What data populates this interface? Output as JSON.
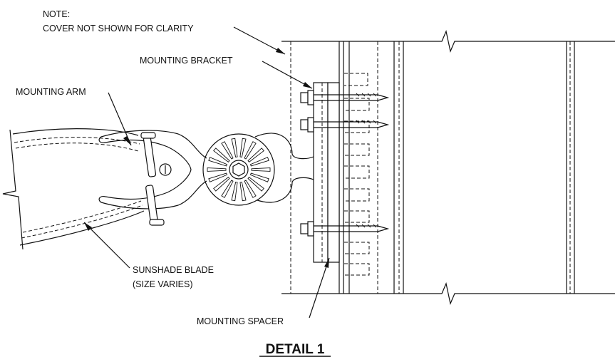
{
  "labels": {
    "note_line1": "NOTE:",
    "note_line2": "COVER NOT SHOWN FOR CLARITY",
    "mounting_bracket": "MOUNTING BRACKET",
    "mounting_arm": "MOUNTING ARM",
    "sunshade_line1": "SUNSHADE BLADE",
    "sunshade_line2": "(SIZE VARIES)",
    "mounting_spacer": "MOUNTING SPACER",
    "title": "DETAIL 1"
  }
}
